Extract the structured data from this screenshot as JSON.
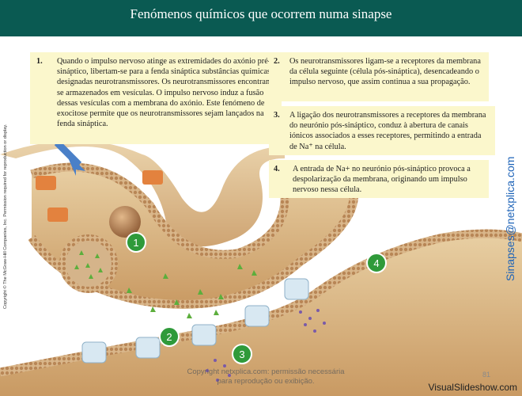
{
  "title": "Fenómenos químicos que ocorrem numa sinapse",
  "steps": [
    {
      "number": "1.",
      "text": "Quando o impulso nervoso atinge as extremidades do axónio pré-sináptico, libertam-se para a fenda sináptica substâncias químicas designadas neurotransmissores. Os neurotransmissores encontram-se armazenados em vesículas. O impulso nervoso induz a fusão dessas vesículas com a membrana do axónio. Este fenómeno de exocitose permite que os neurotransmissores sejam lançados na fenda sináptica."
    },
    {
      "number": "2.",
      "text": "Os neurotransmissores ligam-se a receptores da membrana da célula seguinte (célula pós-sináptica), desencadeando o impulso nervoso, que assim continua a sua propagação."
    },
    {
      "number": "3.",
      "text": "A ligação dos neurotransmissores a receptores da membrana do neurónio pós-sináptico, conduz à abertura de canais iónicos associados a esses receptores, permitindo a entrada de Na⁺ na célula."
    },
    {
      "number": "4.",
      "text": "A entrada de Na+ no neurónio pós-sináptico provoca a despolarização da membrana, originando um impulso nervoso nessa célula."
    }
  ],
  "markers": [
    "1",
    "2",
    "3",
    "4"
  ],
  "copyright": "Copyright © The McGraw-Hill Companies, Inc. Permission required for reproduction or display.",
  "side_brand": "Sinapses@netxplica.com",
  "watermark": "Copyright netxplica.com: permissão necessária para reprodução ou exibição.",
  "slide_number": "81",
  "footer": "VisualSlideshow.com",
  "colors": {
    "title_bar": "#0a5a52",
    "panel": "#fbf7cc",
    "marker": "#2f9a3a",
    "brand": "#1d63b8"
  }
}
